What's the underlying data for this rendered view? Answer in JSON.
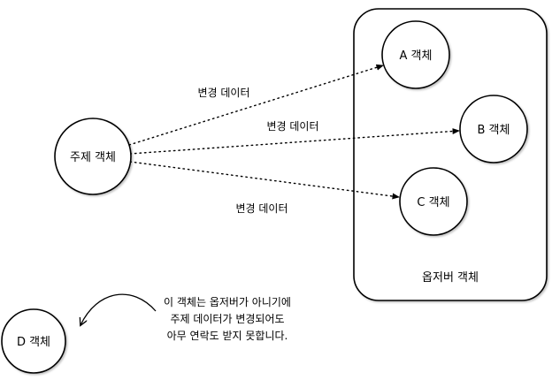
{
  "diagram": {
    "subject": {
      "label": "주제 객체"
    },
    "observer_group": {
      "label": "옵저버 객체"
    },
    "observers": [
      {
        "label": "A 객체"
      },
      {
        "label": "B 객체"
      },
      {
        "label": "C 객체"
      }
    ],
    "edges": [
      {
        "label": "변경 데이터"
      },
      {
        "label": "변경 데이터"
      },
      {
        "label": "변경 데이터"
      }
    ],
    "outsider": {
      "label": "D 객체"
    },
    "annotation": {
      "lines": [
        "이 객체는 옵저버가 아니기에",
        "주제 데이터가 변경되어도",
        "아무 연락도 받지 못합니다."
      ]
    }
  }
}
